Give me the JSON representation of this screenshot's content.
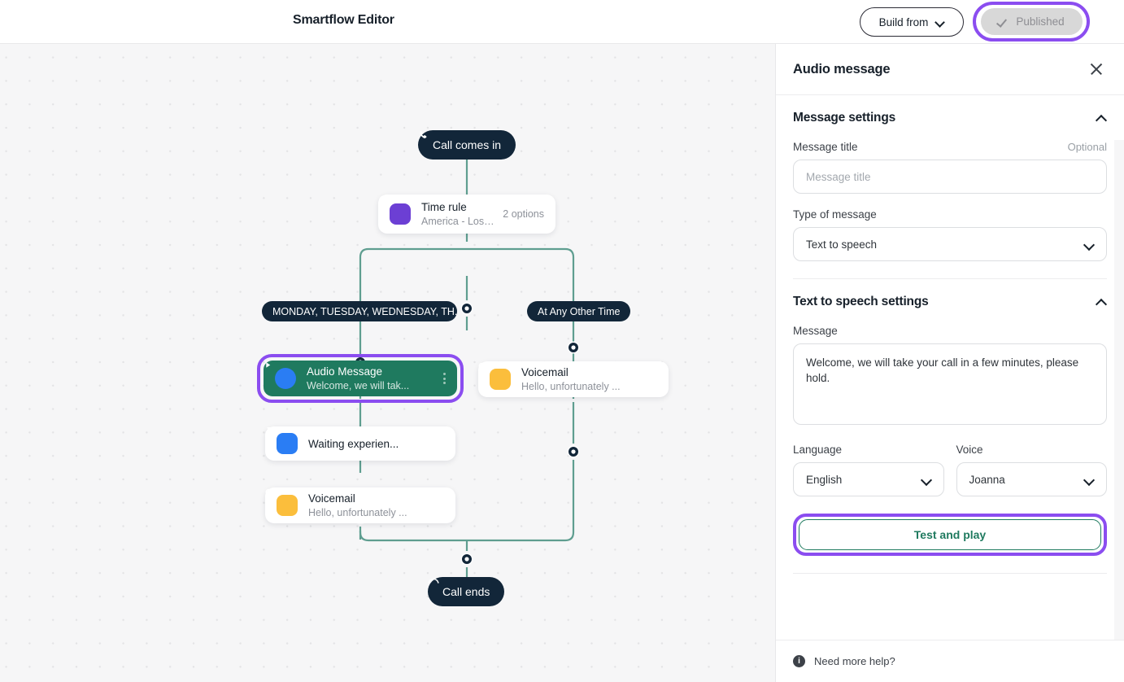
{
  "topbar": {
    "title": "Smartflow Editor",
    "build_from_label": "Build from",
    "build_from_icon": "chevron-down-icon",
    "published_label": "Published",
    "published_icon": "check-icon"
  },
  "canvas": {
    "start_node": {
      "label": "Call comes in",
      "icon": "phone-icon"
    },
    "end_node": {
      "label": "Call ends",
      "icon": "hangup-icon"
    },
    "time_rule": {
      "title": "Time rule",
      "subtitle": "America - Los Angel...",
      "options": "2 options",
      "icon": "clock-icon"
    },
    "branch_labels": [
      "MONDAY, TUESDAY, WEDNESDAY, TH...",
      "At Any Other Time"
    ],
    "left_branch": [
      {
        "title": "Audio Message",
        "subtitle": "Welcome, we will tak...",
        "icon": "play-icon",
        "selected": true
      },
      {
        "title": "Waiting experien...",
        "subtitle": "",
        "icon": "hourglass-icon",
        "selected": false
      },
      {
        "title": "Voicemail",
        "subtitle": "Hello, unfortunately ...",
        "icon": "voicemail-icon",
        "selected": false
      }
    ],
    "right_branch": [
      {
        "title": "Voicemail",
        "subtitle": "Hello, unfortunately ...",
        "icon": "voicemail-icon",
        "selected": false
      }
    ]
  },
  "panel": {
    "title": "Audio message",
    "close_icon": "close-icon",
    "message_settings": {
      "heading": "Message settings",
      "collapse_icon": "chevron-up-icon",
      "message_title_label": "Message title",
      "message_title_optional": "Optional",
      "message_title_value": "",
      "message_title_placeholder": "Message title",
      "type_label": "Type of message",
      "type_value": "Text to speech",
      "type_chevron": "chevron-down-icon"
    },
    "tts_settings": {
      "heading": "Text to speech settings",
      "collapse_icon": "chevron-up-icon",
      "message_label": "Message",
      "message_value": "Welcome, we will take your call in a few minutes, please hold.",
      "language_label": "Language",
      "language_value": "English",
      "voice_label": "Voice",
      "voice_value": "Joanna",
      "test_button_label": "Test and play"
    },
    "footer": {
      "info_icon": "info-icon",
      "info_glyph": "i",
      "help_label": "Need more help?"
    }
  },
  "colors": {
    "highlight_ring": "#8b4df0",
    "selected_node": "#1f7a5f",
    "connector": "#5f9e90",
    "pill_dark": "#122639"
  }
}
